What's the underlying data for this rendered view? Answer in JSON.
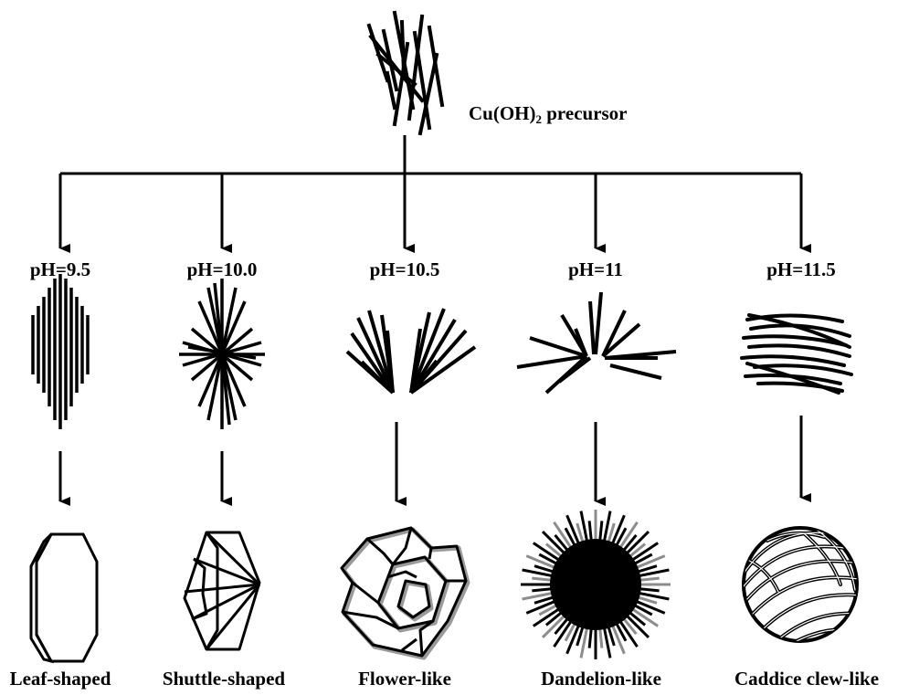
{
  "precursor": {
    "prefix": "Cu(OH)",
    "subscript": "2",
    "suffix": " precursor"
  },
  "branches": [
    {
      "ph": "pH=9.5",
      "morphology": "Leaf-shaped"
    },
    {
      "ph": "pH=10.0",
      "morphology": "Shuttle-shaped"
    },
    {
      "ph": "pH=10.5",
      "morphology": "Flower-like"
    },
    {
      "ph": "pH=11",
      "morphology": "Dandelion-like"
    },
    {
      "ph": "pH=11.5",
      "morphology": "Caddice clew-like"
    }
  ]
}
